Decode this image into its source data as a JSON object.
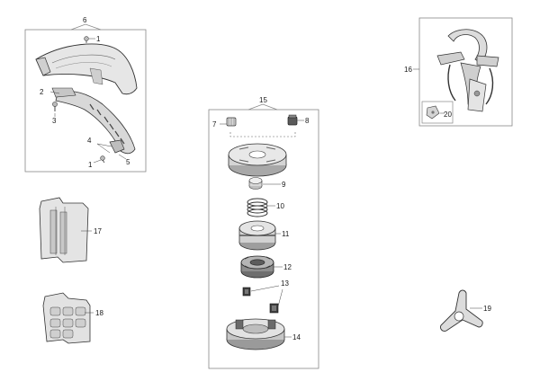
{
  "diagram": {
    "callouts": {
      "c1a": "1",
      "c1b": "1",
      "c2": "2",
      "c3": "3",
      "c4": "4",
      "c5": "5",
      "c6": "6",
      "c7": "7",
      "c8": "8",
      "c9": "9",
      "c10": "10",
      "c11": "11",
      "c12": "12",
      "c13": "13",
      "c14": "14",
      "c15": "15",
      "c16": "16",
      "c17": "17",
      "c18": "18",
      "c19": "19",
      "c20": "20"
    }
  }
}
